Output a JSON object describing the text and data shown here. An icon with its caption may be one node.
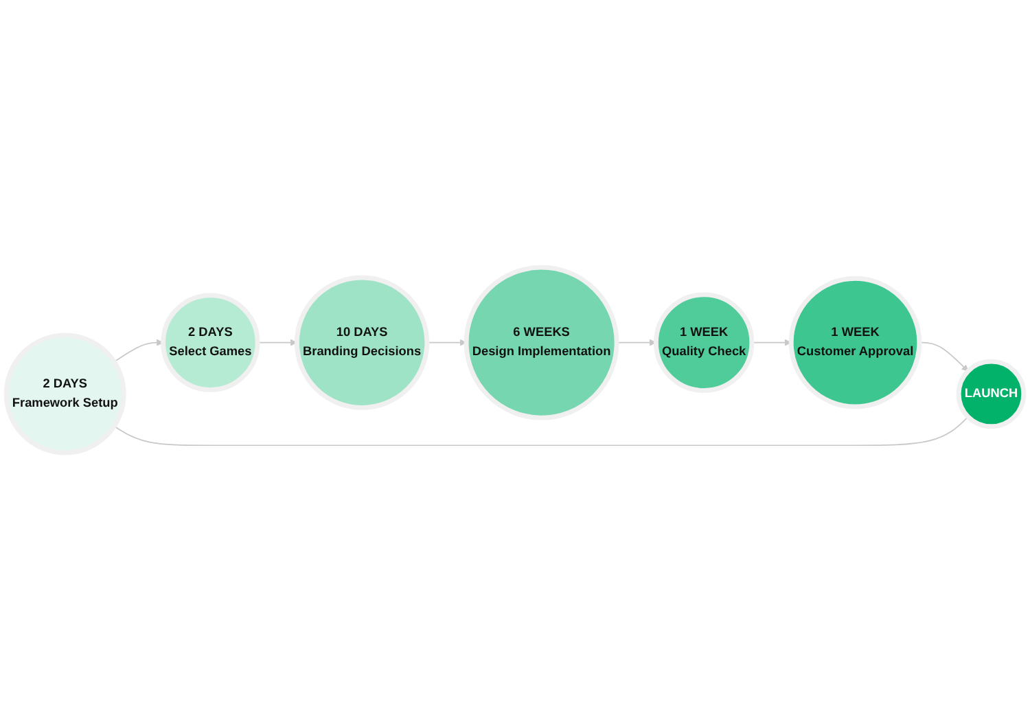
{
  "diagram": {
    "nodes": [
      {
        "text": [
          "2 DAYS",
          "Framework Setup"
        ]
      },
      {
        "text": [
          "2 DAYS",
          "Select Games"
        ]
      },
      {
        "text": [
          "10 DAYS",
          "Branding Decisions"
        ]
      },
      {
        "text": [
          "6 WEEKS",
          "Design Implementation"
        ]
      },
      {
        "text": [
          "1 WEEK",
          "Quality Check"
        ]
      },
      {
        "text": [
          "1 WEEK",
          "Customer Approval"
        ]
      },
      {
        "text": [
          "LAUNCH"
        ]
      }
    ],
    "edges": [
      {
        "from": 6,
        "to": 0,
        "arrow": "none"
      },
      {
        "from": 0,
        "to": 1,
        "arrow": "to"
      },
      {
        "from": 1,
        "to": 2,
        "arrow": "to"
      },
      {
        "from": 2,
        "to": 3,
        "arrow": "to"
      },
      {
        "from": 3,
        "to": 4,
        "arrow": "to"
      },
      {
        "from": 4,
        "to": 5,
        "arrow": "to"
      },
      {
        "from": 5,
        "to": 6,
        "arrow": "to"
      }
    ]
  }
}
